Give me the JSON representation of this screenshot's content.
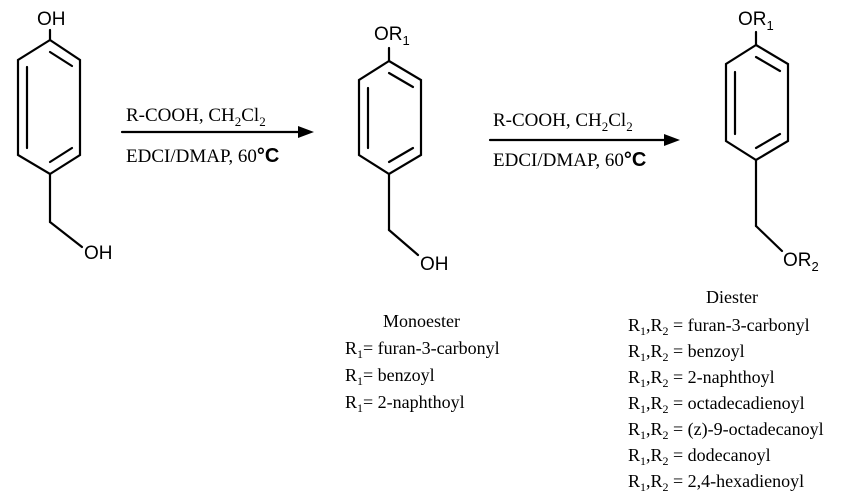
{
  "start": {
    "top_group": "OH",
    "bottom_group": "OH"
  },
  "monoester_mol": {
    "top_group": "OR",
    "top_sub": "1",
    "bottom_group": "OH"
  },
  "diester_mol": {
    "top_group": "OR",
    "top_sub": "1",
    "bottom_group": "OR",
    "bottom_sub": "2"
  },
  "step1": {
    "line1_pre": "R-COOH, CH",
    "line1_sub1": "2",
    "line1_mid": "Cl",
    "line1_sub2": "2",
    "line2": "EDCI/DMAP, 60",
    "deg": "°C"
  },
  "step2": {
    "line1_pre": "R-COOH, CH",
    "line1_sub1": "2",
    "line1_mid": "Cl",
    "line1_sub2": "2",
    "line2": "EDCI/DMAP, 60",
    "deg": "°C"
  },
  "monoester": {
    "title": "Monoester",
    "items": [
      {
        "r": "R",
        "sub": "1",
        "text": "= furan-3-carbonyl"
      },
      {
        "r": "R",
        "sub": "1",
        "text": "= benzoyl"
      },
      {
        "r": "R",
        "sub": "1",
        "text": "= 2-naphthoyl"
      }
    ]
  },
  "diester": {
    "title": "Diester",
    "items": [
      {
        "r1": "R",
        "s1": "1",
        "comma": ",",
        "r2": "R",
        "s2": "2",
        "text": " = furan-3-carbonyl"
      },
      {
        "r1": "R",
        "s1": "1",
        "comma": ",",
        "r2": "R",
        "s2": "2",
        "text": " = benzoyl"
      },
      {
        "r1": "R",
        "s1": "1",
        "comma": ",",
        "r2": "R",
        "s2": "2",
        "text": " = 2-naphthoyl"
      },
      {
        "r1": "R",
        "s1": "1",
        "comma": ",",
        "r2": "R",
        "s2": "2",
        "text": " = octadecadienoyl"
      },
      {
        "r1": "R",
        "s1": "1",
        "comma": ",",
        "r2": "R",
        "s2": "2",
        "text": " = (z)-9-octadecanoyl"
      },
      {
        "r1": "R",
        "s1": "1",
        "comma": ",",
        "r2": "R",
        "s2": "2",
        "text": " = dodecanoyl"
      },
      {
        "r1": "R",
        "s1": "1",
        "comma": ",",
        "r2": "R",
        "s2": "2",
        "text": " = 2,4-hexadienoyl"
      }
    ]
  }
}
